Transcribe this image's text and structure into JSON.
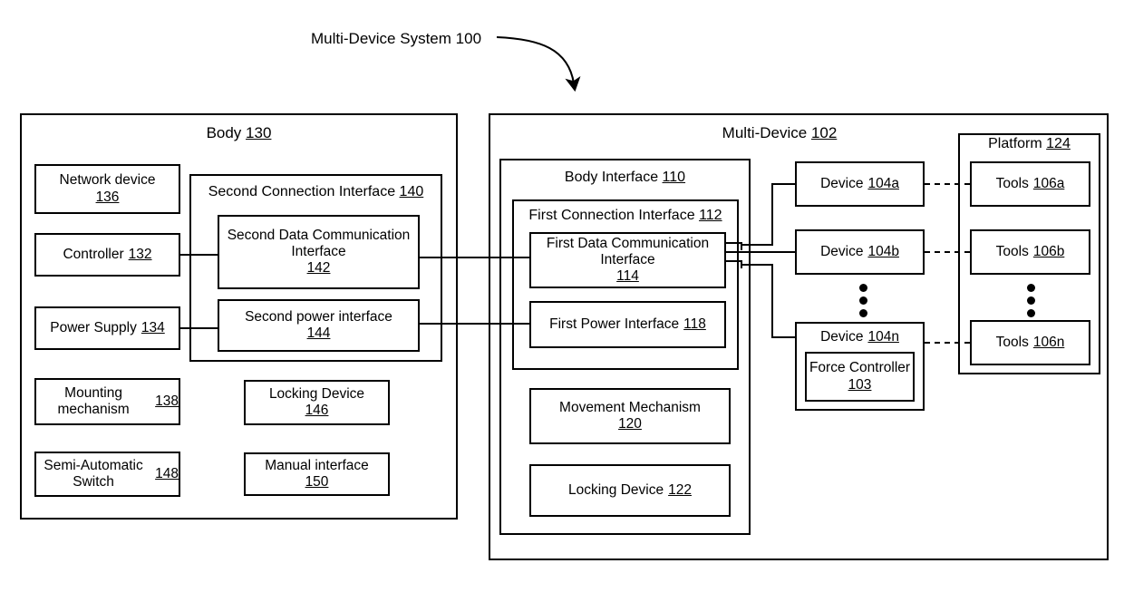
{
  "figure": {
    "title_text": "Multi-Device System",
    "title_ref": "100"
  },
  "body_panel": {
    "title_text": "Body",
    "title_ref": "130",
    "items": [
      {
        "name": "network-device",
        "text": "Network device",
        "ref": "136"
      },
      {
        "name": "controller",
        "text": "Controller",
        "ref": "132"
      },
      {
        "name": "power-supply",
        "text": "Power Supply",
        "ref": "134"
      },
      {
        "name": "mounting-mechanism",
        "text": "Mounting mechanism",
        "ref": "138"
      },
      {
        "name": "semi-automatic-switch",
        "text": "Semi-Automatic Switch",
        "ref": "148"
      },
      {
        "name": "locking-device",
        "text": "Locking Device",
        "ref": "146"
      },
      {
        "name": "manual-interface",
        "text": "Manual interface",
        "ref": "150"
      }
    ],
    "second_connection_interface": {
      "title_text": "Second Connection Interface",
      "title_ref": "140",
      "children": [
        {
          "name": "second-data-communication-interface",
          "text": "Second Data Communication Interface",
          "ref": "142"
        },
        {
          "name": "second-power-interface",
          "text": "Second power interface",
          "ref": "144"
        }
      ]
    }
  },
  "multidevice_panel": {
    "title_text": "Multi-Device",
    "title_ref": "102",
    "body_interface": {
      "title_text": "Body Interface",
      "title_ref": "110",
      "first_connection_interface": {
        "title_text": "First Connection Interface",
        "title_ref": "112",
        "children": [
          {
            "name": "first-data-communication-interface",
            "text": "First Data Communication Interface",
            "ref": "114"
          },
          {
            "name": "first-power-interface",
            "text": "First Power Interface",
            "ref": "118"
          }
        ]
      },
      "others": [
        {
          "name": "movement-mechanism",
          "text": "Movement Mechanism",
          "ref": "120"
        },
        {
          "name": "locking-device",
          "text": "Locking Device",
          "ref": "122"
        }
      ]
    },
    "devices": [
      {
        "name": "device-104a",
        "text": "Device",
        "ref": "104a"
      },
      {
        "name": "device-104b",
        "text": "Device",
        "ref": "104b"
      },
      {
        "name": "device-104n",
        "text": "Device",
        "ref": "104n"
      }
    ],
    "force_controller": {
      "name": "force-controller",
      "text": "Force Controller",
      "ref": "103"
    },
    "devices_ellipsis": "⋮"
  },
  "platform_panel": {
    "title_text": "Platform",
    "title_ref": "124",
    "tools": [
      {
        "name": "tools-106a",
        "text": "Tools",
        "ref": "106a"
      },
      {
        "name": "tools-106b",
        "text": "Tools",
        "ref": "106b"
      },
      {
        "name": "tools-106n",
        "text": "Tools",
        "ref": "106n"
      }
    ],
    "tools_ellipsis": "⋮"
  },
  "style": {
    "line_color": "#000000",
    "background": "#ffffff"
  }
}
